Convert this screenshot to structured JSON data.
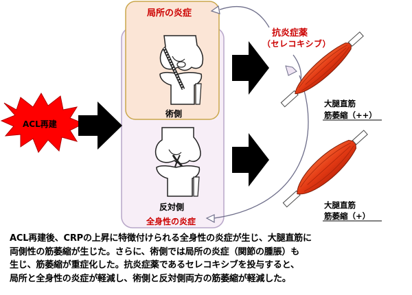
{
  "local_inflammation_label": "局所の炎症",
  "systemic_inflammation_label": "全身性の炎症",
  "drug": {
    "name": "抗炎症薬",
    "detail": "（セレコキシブ）"
  },
  "acl_label": "ACL再建",
  "operative_side_label": "術側",
  "contralateral_side_label": "反対側",
  "upper_muscle": {
    "name": "大腿直筋",
    "atrophy": "筋萎縮（++）"
  },
  "lower_muscle": {
    "name": "大腿直筋",
    "atrophy": "筋萎縮（+）"
  },
  "caption_lines": [
    "ACL再建後、CRPの上昇に特徴付けられる全身性の炎症が生じ、大腿直筋に",
    "両側性の筋萎縮が生じた。さらに、術側では局所の炎症（関節の腫脹）も",
    "生じ、筋萎縮が重症化した。抗炎症薬であるセレコキシブを投与すると、",
    "局所と全身性の炎症が軽減し、術側と反対側両方の筋萎縮が軽減した。"
  ],
  "colors": {
    "local_fill": "#fbe5d6",
    "local_border": "#c9a64a",
    "systemic_fill": "#f7eef7",
    "systemic_border": "#b7a6c8",
    "muscle": "#e8401c",
    "drug_text": "#cc0000",
    "burst": "#ff0000"
  }
}
